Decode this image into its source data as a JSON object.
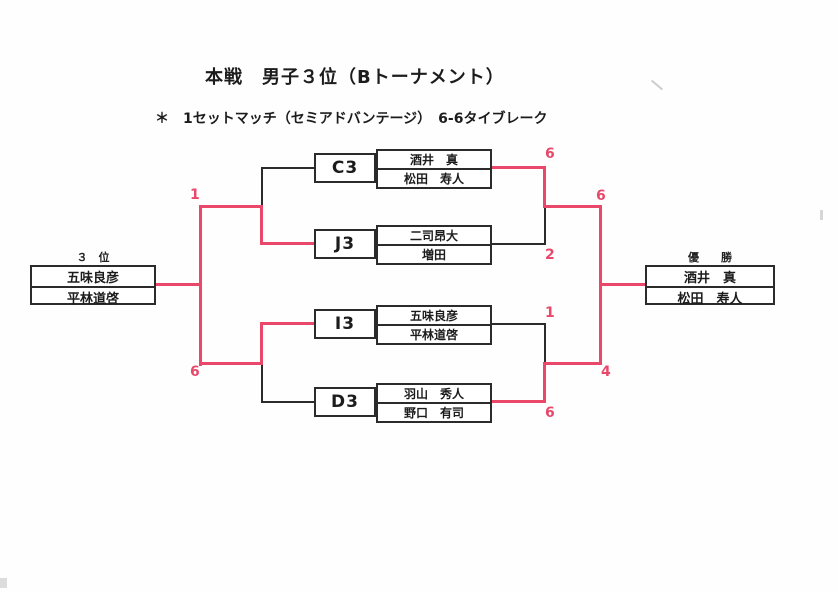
{
  "page": {
    "title": "本戦　男子３位（Bトーナメント）",
    "note": "＊　1セットマッチ（セミアドバンテージ）　6-6タイブレーク"
  },
  "colors": {
    "bracket_line": "#2b2b2b",
    "winner_path": "#e9486b",
    "score_text": "#e9486b"
  },
  "bracket": {
    "seeds": [
      {
        "code": "C3",
        "players": [
          "酒井　真",
          "松田　寿人"
        ],
        "score": "6"
      },
      {
        "code": "J3",
        "players": [
          "二司昂大",
          "増田"
        ],
        "score": "2"
      },
      {
        "code": "I3",
        "players": [
          "五味良彦",
          "平林道啓"
        ],
        "score": "1"
      },
      {
        "code": "D3",
        "players": [
          "羽山　秀人",
          "野口　有司"
        ],
        "score": "6"
      }
    ],
    "final": {
      "label": "優　　勝",
      "winner": [
        "酒井　真",
        "松田　寿人"
      ],
      "score_top": "6",
      "score_bottom": "4"
    },
    "third_place": {
      "label": "３　位",
      "winner": [
        "五味良彦",
        "平林道啓"
      ],
      "score_top": "1",
      "score_bottom": "6"
    }
  }
}
